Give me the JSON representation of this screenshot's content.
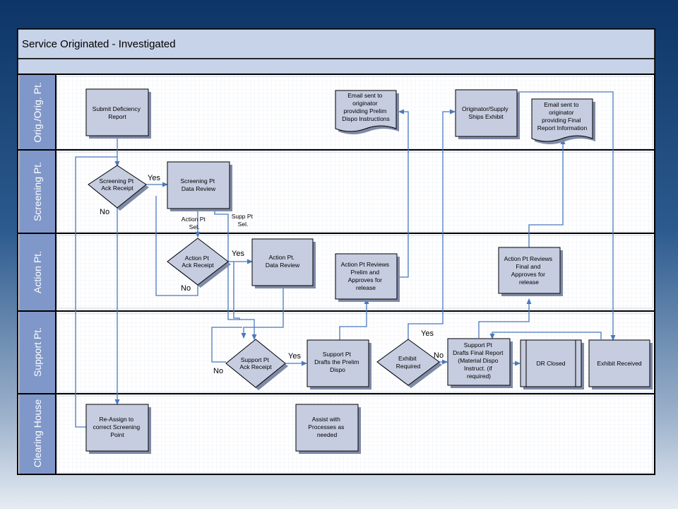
{
  "title": "Service Originated - Investigated",
  "colors": {
    "background_top": "#0d3566",
    "header_fill": "#c7d3e8",
    "lane_label_fill": "#8097c9",
    "node_fill": "#c6cde0",
    "connector": "#4a78c0"
  },
  "lanes": [
    "Orig./Orig. Pt.",
    "Screening Pt.",
    "Action Pt.",
    "Support Pt.",
    "Clearing House"
  ],
  "nodes": {
    "submit": [
      "Submit Deficiency",
      "Report"
    ],
    "email_prelim": [
      "Email sent to",
      "originator",
      "providing Prelim",
      "Dispo Instructions"
    ],
    "orig_ships": [
      "Originator/Supply",
      "Ships Exhibit"
    ],
    "email_final": [
      "Email sent to",
      "originator",
      "providing Final",
      "Report Information"
    ],
    "screening_ack": [
      "Screening Pt",
      "Ack Receipt"
    ],
    "screening_review": [
      "Screening Pt",
      "Data Review"
    ],
    "action_ack": [
      "Action Pt",
      "Ack Receipt"
    ],
    "action_review": [
      "Action Pt.",
      "Data Review"
    ],
    "action_prelim": [
      "Action Pt Reviews",
      "Prelim and",
      "Approves for",
      "release"
    ],
    "action_final": [
      "Action Pt Reviews",
      "Final and",
      "Approves for",
      "release"
    ],
    "support_ack": [
      "Support Pt",
      "Ack Receipt"
    ],
    "support_prelim": [
      "Support Pt",
      "Drafts the Prelim",
      "Dispo"
    ],
    "exhibit_required": [
      "Exhibit",
      "Required"
    ],
    "support_final": [
      "Support Pt",
      "Drafts Final Report",
      "(Material Dispo",
      "Instruct. (if",
      "required)"
    ],
    "dr_closed": [
      "DR Closed"
    ],
    "exhibit_received": [
      "Exhibit Received"
    ],
    "reassign": [
      "Re-Assign to",
      "correct Screening",
      "Point"
    ],
    "assist": [
      "Assist with",
      "Processes as",
      "needed"
    ]
  },
  "labels": {
    "yes1": "Yes",
    "no1": "No",
    "action_pt_sel": [
      "Action Pt",
      "Sel."
    ],
    "supp_pt_sel": [
      "Supp Pt",
      "Sel."
    ],
    "yes2": "Yes",
    "no2": "No",
    "yes3": "Yes",
    "no3": "No",
    "yes4": "Yes",
    "no4": "No"
  }
}
